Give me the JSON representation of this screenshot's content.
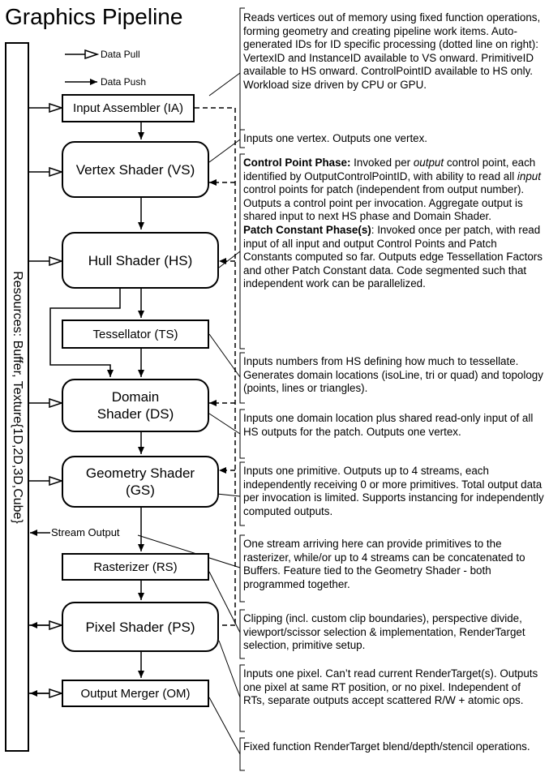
{
  "title": "Graphics Pipeline",
  "legend": {
    "pull": "Data Pull",
    "push": "Data Push"
  },
  "resources_label": "Resources: Buffer, Texture{1D,2D,3D,Cube}",
  "stream_output_label": "Stream Output",
  "stages": {
    "ia": "Input Assembler (IA)",
    "vs": "Vertex Shader (VS)",
    "hs": "Hull Shader (HS)",
    "ts": "Tessellator (TS)",
    "ds": "Domain\nShader (DS)",
    "gs": "Geometry Shader\n(GS)",
    "rs": "Rasterizer (RS)",
    "ps": "Pixel Shader (PS)",
    "om": "Output Merger (OM)"
  },
  "descriptions": {
    "ia": "Reads vertices out of memory using fixed function operations, forming geometry and creating pipeline work items.  Auto-generated IDs for ID specific processing (dotted line on right): VertexID and InstanceID available to VS onward. PrimitiveID available to HS onward.  ControlPointID available to HS only. Workload size driven by CPU or GPU.",
    "vs": "Inputs one vertex.  Outputs one vertex.",
    "hs_cp_heading": "Control Point Phase:",
    "hs_cp_1": " Invoked per ",
    "hs_cp_output": "output",
    "hs_cp_2": " control point, each identified by OutputControlPointID, with ability to read all ",
    "hs_cp_input": "input",
    "hs_cp_3": " control points for patch (independent from output number).  Outputs a control point per invocation.  Aggregate output is shared input to next HS phase and Domain Shader.",
    "hs_pc_heading": "Patch Constant Phase(s)",
    "hs_pc_body": ": Invoked once per patch, with read input of all input and output Control Points and Patch Constants computed so far. Outputs edge Tessellation Factors and other Patch Constant data.  Code segmented such that independent work can be parallelized.",
    "ts": "Inputs numbers from HS defining how much to tessellate.  Generates domain locations (isoLine, tri or quad) and topology (points, lines or triangles).",
    "ds": "Inputs one domain location plus shared read-only input of all HS outputs for the patch.  Outputs one vertex.",
    "gs": "Inputs one primitive.  Outputs up to 4 streams, each independently receiving 0 or more primitives. Total output data per invocation is limited.  Supports instancing for independently computed outputs.",
    "so": "One stream arriving here can provide primitives to the rasterizer, while/or up to 4 streams can be concatenated to Buffers. Feature tied to the Geometry Shader - both programmed together.",
    "rs": "Clipping (incl. custom clip boundaries), perspective divide, viewport/scissor selection & implementation, RenderTarget selection, primitive setup.",
    "ps": "Inputs one pixel.  Can’t read current RenderTarget(s). Outputs one pixel at same RT position, or no pixel.  Independent of RTs, separate outputs accept scattered R/W + atomic ops.",
    "om": "Fixed function RenderTarget blend/depth/stencil operations."
  }
}
